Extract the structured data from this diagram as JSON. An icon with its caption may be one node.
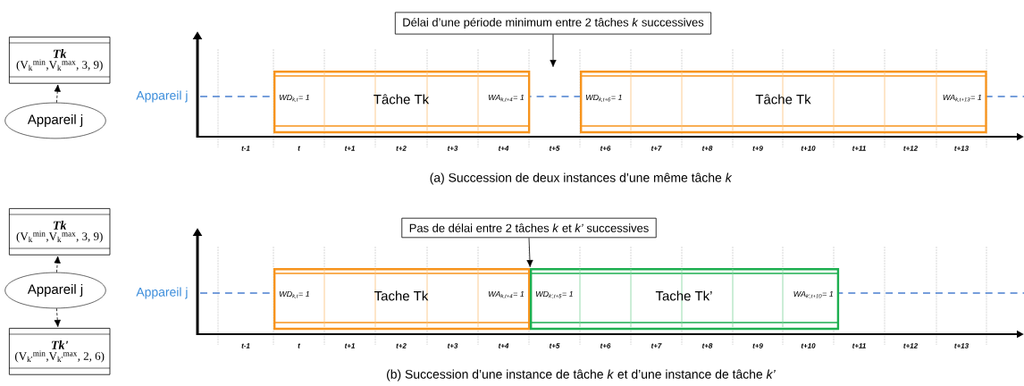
{
  "diagram": {
    "nodes": [
      {
        "text": [
          "Tk",
          "(V$_{k}$$^{min}$,V$_{k}$$^{max}$, 3, 9)"
        ]
      },
      {
        "text": [
          "Appareil j"
        ]
      },
      {
        "text": [
          "Délai d’une période minimum entre 2 tâches *k* successives"
        ]
      },
      {
        "text": [
          "WD$_{k,t}$= 1",
          "Tâche Tk",
          "WA$_{k,t+4}$= 1"
        ]
      },
      {
        "text": [
          "WD$_{k,t+6}$= 1",
          "Tâche Tk",
          "WA$_{k,t+13}$= 1"
        ]
      },
      {
        "text": [
          "Tk",
          "(V$_{k}$$^{min}$,V$_{k}$$^{max}$, 3, 9)"
        ]
      },
      {
        "text": [
          "Appareil j"
        ]
      },
      {
        "text": [
          "Tk'",
          "(V$_{k'}$$^{min}$,V$_{k'}$$^{max}$, 2, 6)"
        ]
      },
      {
        "text": [
          "Pas de délai entre 2 tâches *k* et *k’* successives"
        ]
      },
      {
        "text": [
          "WD$_{k,t}$= 1",
          "Tache Tk",
          "WA$_{k,t+4}$= 1"
        ]
      },
      {
        "text": [
          "WD$_{k',t+5}$= 1",
          "Tache Tk’",
          "WA$_{k',t+10}$= 1"
        ]
      }
    ],
    "edges": [
      {
        "from": 1,
        "to": 0,
        "arrow": "to",
        "style": "dashed"
      },
      {
        "from": 2,
        "to": null,
        "arrow": "to"
      },
      {
        "from": 6,
        "to": 5,
        "arrow": "to",
        "style": "dashed"
      },
      {
        "from": 6,
        "to": 7,
        "arrow": "to",
        "style": "dashed"
      },
      {
        "from": 8,
        "to": 9,
        "arrow": "to"
      }
    ],
    "labels": [
      "Appareil j",
      "t-1",
      "t",
      "t+1",
      "t+2",
      "t+3",
      "t+4",
      "t+5",
      "t+6",
      "t+7",
      "t+8",
      "t+9",
      "t+10",
      "t+11",
      "t+12",
      "t+13",
      "(a)  Succession de deux instances d’une même tâche *k*",
      "Appareil j",
      "t-1",
      "t",
      "t+1",
      "t+2",
      "t+3",
      "t+4",
      "t+5",
      "t+6",
      "t+7",
      "t+8",
      "t+9",
      "t+10",
      "t+11",
      "t+12",
      "t+13",
      "(b)  Succession d’une instance de tâche *k* et d’une instance de tâche *k’*"
    ]
  }
}
